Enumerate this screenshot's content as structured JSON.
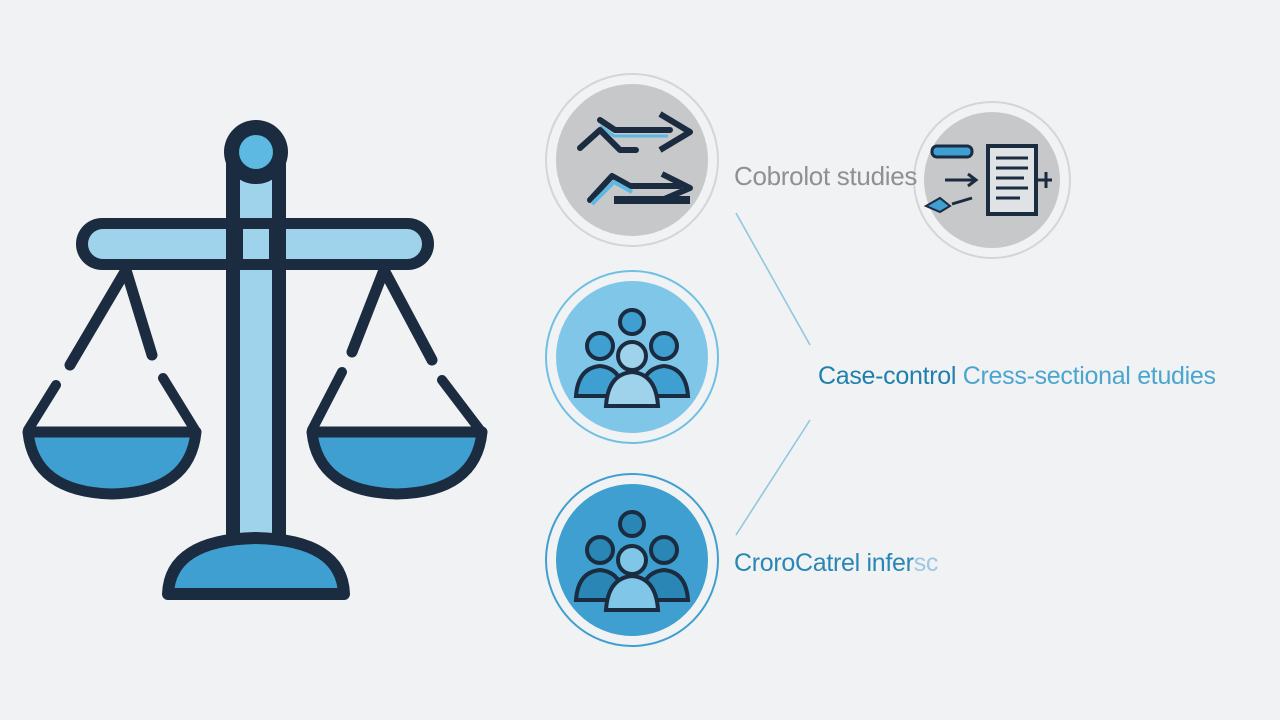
{
  "labels": {
    "cohort": "Cobrolot studies",
    "case_control_a": "Case-control",
    "case_control_b": "Cress-sectional etudies",
    "cross_a": "CroroCatrel infer",
    "cross_b": "sc"
  },
  "icons": {
    "scale": "balance-scale-icon",
    "arrows": "arrows-flow-icon",
    "document": "document-flow-icon",
    "group_1": "people-group-icon",
    "group_2": "people-group-icon"
  },
  "colors": {
    "background": "#f1f2f3",
    "navy": "#1b2b40",
    "blue_dark": "#1f7fae",
    "blue_mid": "#3e9fd0",
    "blue_light": "#9fd3ec",
    "gray_circle": "#c6c8ca",
    "gray_text": "#8d9194"
  }
}
